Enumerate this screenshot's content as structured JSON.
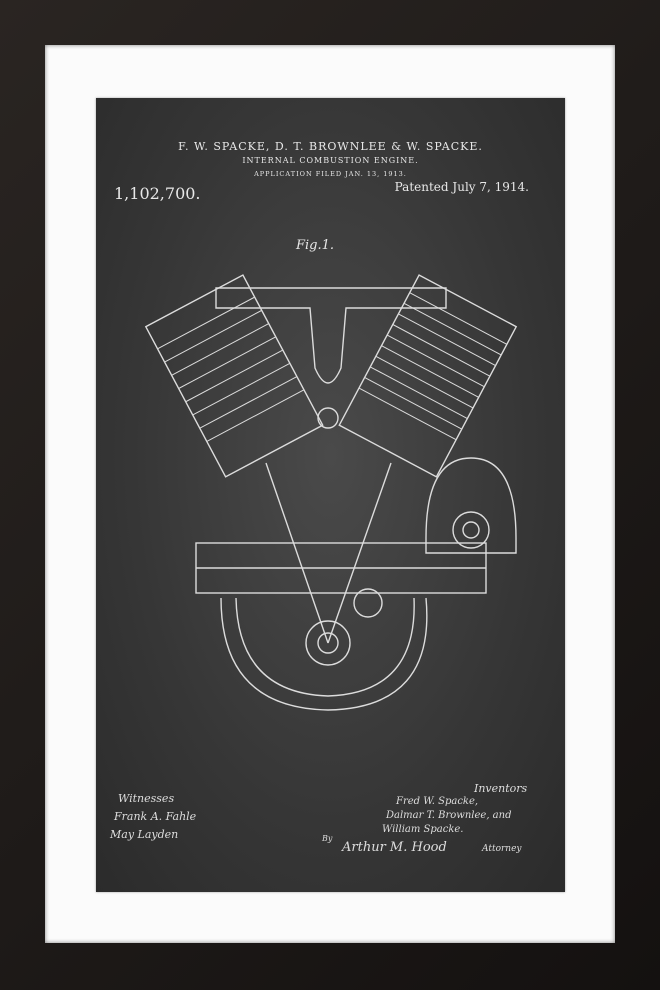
{
  "patent": {
    "inventors_header": "F. W. SPACKE, D. T. BROWNLEE & W. SPACKE.",
    "subject": "INTERNAL COMBUSTION ENGINE.",
    "filed": "APPLICATION FILED JAN. 13, 1913.",
    "number": "1,102,700.",
    "patented": "Patented July 7, 1914.",
    "figure_label": "Fig.1."
  },
  "signatures": {
    "witnesses_label": "Witnesses",
    "witnesses": [
      "Frank A. Fahle",
      "May Layden"
    ],
    "inventors_label": "Inventors",
    "inventors": [
      "Fred W. Spacke,",
      "Dalmar T. Brownlee, and",
      "William Spacke."
    ],
    "by": "By",
    "attorney_name": "Arthur M. Hood",
    "attorney_label": "Attorney"
  },
  "colors": {
    "frame": "#1f1b18",
    "mat": "#fbfbfb",
    "chalkboard": "#3c3c3c",
    "chalk": "#e8e8e8"
  }
}
